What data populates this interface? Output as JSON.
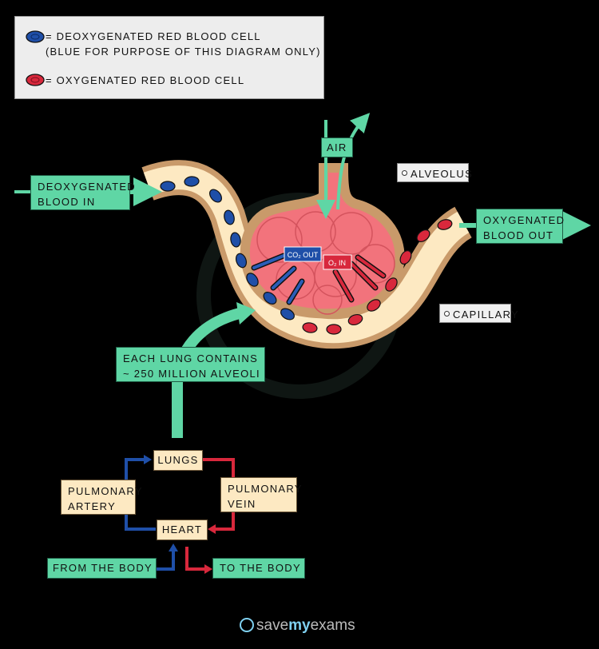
{
  "legend": {
    "deoxy_line1": "= DEOXYGENATED  RED  BLOOD  CELL",
    "deoxy_line2": "(BLUE  FOR  PURPOSE  OF  THIS  DIAGRAM  ONLY)",
    "oxy": "= OXYGENATED  RED  BLOOD  CELL",
    "deoxy_color": "#1f4fa8",
    "oxy_color": "#d8283c"
  },
  "labels": {
    "deoxy_blood_in_1": "DEOXYGENATED",
    "deoxy_blood_in_2": "BLOOD  IN",
    "oxy_blood_out_1": "OXYGENATED",
    "oxy_blood_out_2": "BLOOD  OUT",
    "air": "AIR",
    "alveolus": "ALVEOLUS",
    "capillary": "CAPILLARY",
    "co2_out": "CO₂  OUT",
    "o2_in": "O₂  IN",
    "each_lung_1": "EACH  LUNG  CONTAINS",
    "each_lung_2": "~ 250  MILLION  ALVEOLI"
  },
  "flow": {
    "lungs": "LUNGS",
    "heart": "HEART",
    "pulmonary_artery_1": "PULMONARY",
    "pulmonary_artery_2": "ARTERY",
    "pulmonary_vein_1": "PULMONARY",
    "pulmonary_vein_2": "VEIN",
    "from_body": "FROM  THE  BODY",
    "to_body": "TO  THE  BODY"
  },
  "logo": {
    "prefix": "save",
    "highlight": "my",
    "suffix": "exams"
  },
  "colors": {
    "green": "#5fd6a5",
    "beige": "#fde9c2",
    "alveolus": "#f2737c",
    "capillary_wall": "#c99a6a",
    "blue_arrow": "#1f4fa8",
    "red_arrow": "#d8283c"
  }
}
